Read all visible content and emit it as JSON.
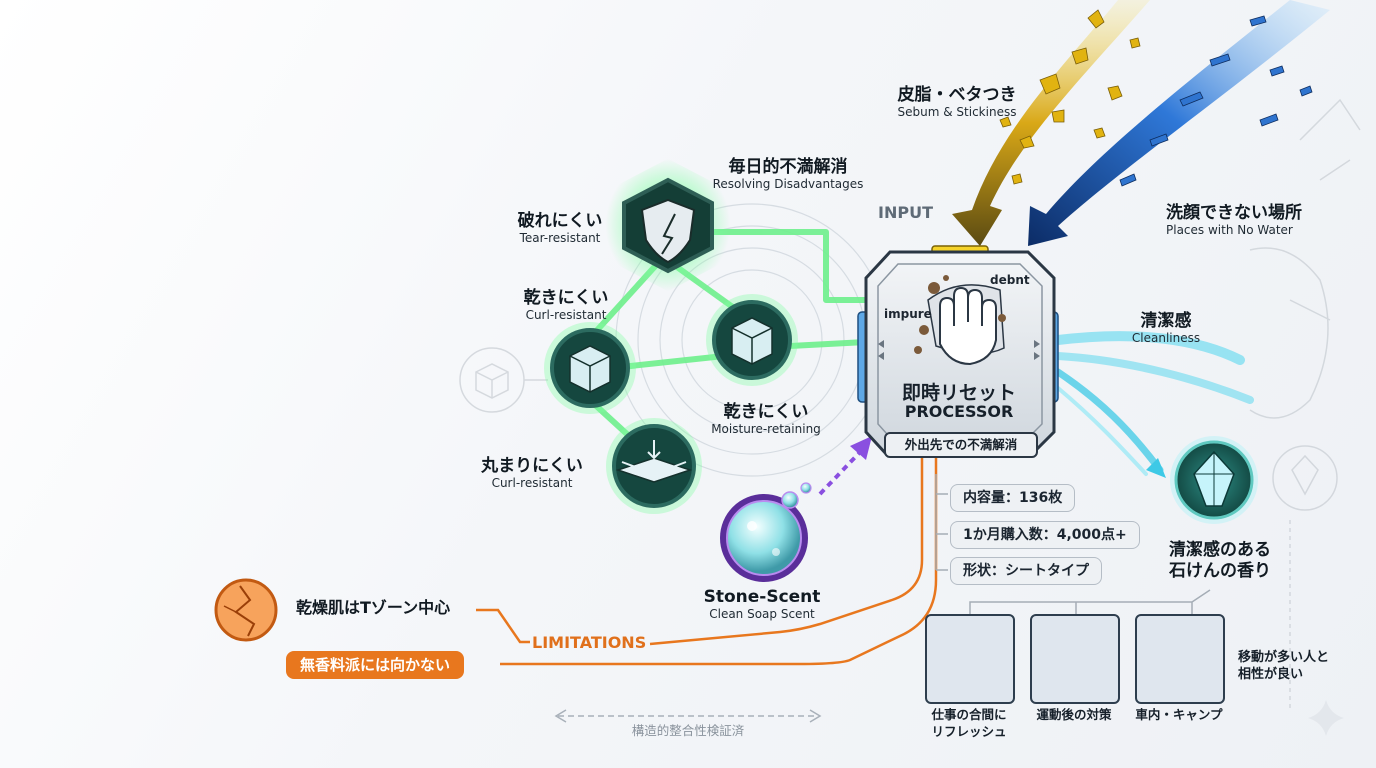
{
  "input_label": "INPUT",
  "inputs": [
    {
      "jp": "皮脂・ベタつき",
      "en": "Sebum & Stickiness"
    },
    {
      "jp": "洗顔できない場所",
      "en": "Places with No Water"
    }
  ],
  "processor": {
    "title_jp": "即時リセット",
    "title_en": "PROCESSOR",
    "subtitle": "外出先での不満解消",
    "icon_tags": [
      "debnt",
      "impure"
    ]
  },
  "features": [
    {
      "jp": "毎日的不満解消",
      "en": "Resolving Disadvantages"
    },
    {
      "jp": "破れにくい",
      "en": "Tear-resistant"
    },
    {
      "jp": "乾きにくい",
      "en": "Curl-resistant"
    },
    {
      "jp": "乾きにくい",
      "en": "Moisture-retaining"
    },
    {
      "jp": "丸まりにくい",
      "en": "Curl-resistant"
    }
  ],
  "scent": {
    "title": "Stone-Scent",
    "subtitle": "Clean Soap Scent"
  },
  "output": {
    "jp": "清潔感",
    "en": "Cleanliness",
    "result_line1": "清潔感のある",
    "result_line2": "石けんの香り"
  },
  "specs": [
    "内容量：136枚",
    "1か月購入数：4,000点+",
    "形状：シートタイプ"
  ],
  "usecases": [
    {
      "line1": "仕事の合間に",
      "line2": "リフレッシュ"
    },
    {
      "line1": "運動後の対策",
      "line2": ""
    },
    {
      "line1": "車内・キャンプ",
      "line2": ""
    }
  ],
  "usecase_note": {
    "line1": "移動が多い人と",
    "line2": "相性が良い"
  },
  "limitations": {
    "label": "LIMITATIONS",
    "items": [
      "乾燥肌はTゾーン中心",
      "無香料派には向かない"
    ]
  },
  "footer": "構造的整合性検証済",
  "colors": {
    "green": "#45d66a",
    "dark_teal": "#15473f",
    "orange": "#e8771e",
    "purple": "#8a4fe0",
    "cyan": "#4fd6ee",
    "gold": "#e3b40f",
    "blue": "#1a5ec8"
  }
}
